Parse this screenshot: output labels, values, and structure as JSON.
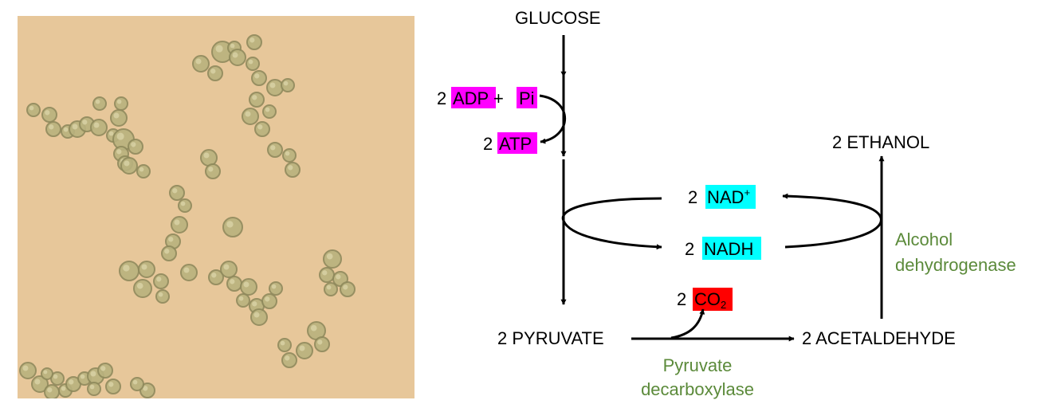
{
  "micrograph": {
    "label": "yeast-micrograph",
    "background": "#e7c79a",
    "cell_fill": "#b9b27e",
    "cell_edge": "#8f8a5c"
  },
  "pathway": {
    "glucose": "GLUCOSE",
    "adp_coef": "2 ",
    "adp": "ADP",
    "plus": " + ",
    "pi": "Pi",
    "atp_coef": "2 ",
    "atp": "ATP",
    "nadplus_coef": "2 ",
    "nadplus": "NAD",
    "nadplus_sup": "+",
    "nadh_coef": "2 ",
    "nadh": "NADH",
    "pyruvate": "2 PYRUVATE",
    "co2_coef": "2 ",
    "co2": "CO",
    "co2_sub": "2",
    "acetaldehyde": "2 ACETALDEHYDE",
    "ethanol": "2 ETHANOL",
    "enzyme1_line1": "Pyruvate",
    "enzyme1_line2": "decarboxylase",
    "enzyme2_line1": "Alcohol",
    "enzyme2_line2": "dehydrogenase"
  },
  "colors": {
    "magenta": "#ff00ff",
    "cyan": "#00ffff",
    "red": "#ff0000",
    "enzyme_green": "#5b8a3a",
    "arrow": "#000000"
  }
}
